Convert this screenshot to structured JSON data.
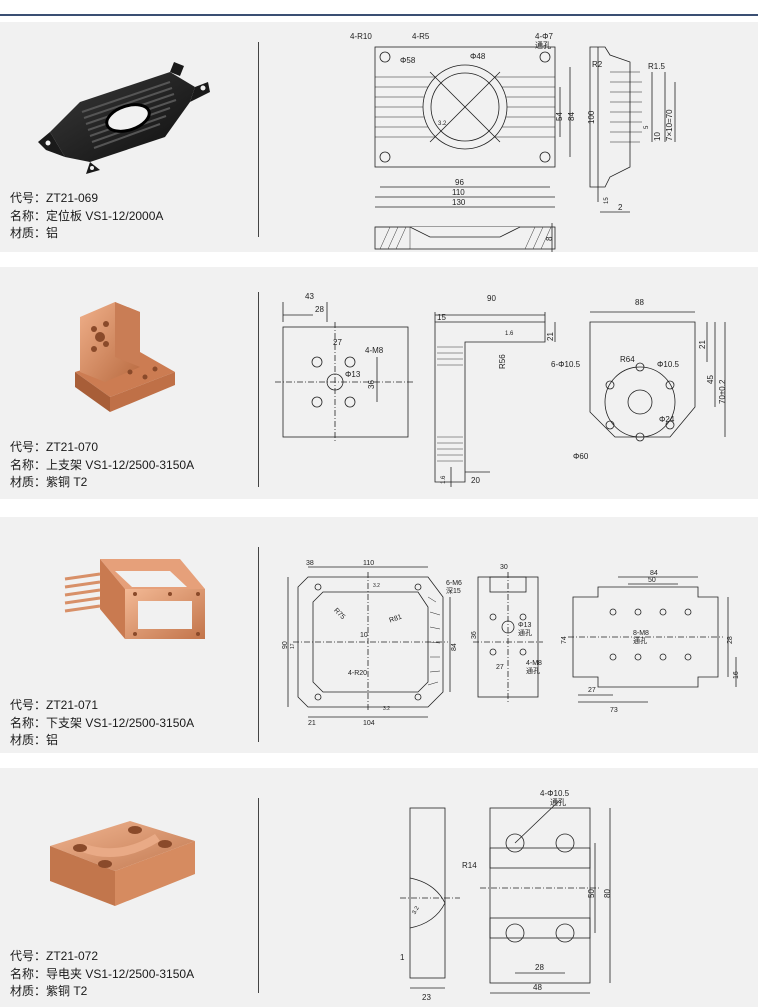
{
  "products": [
    {
      "code_label": "代号：ZT21-069",
      "name_label": "名称：定位板 VS1-12/2000A",
      "material_label": "材质：铝",
      "photo_icon": "black-aluminum-locating-plate",
      "drawing": {
        "dims": [
          "4-R10",
          "4-R5",
          "4-Φ7",
          "通孔",
          "Φ58",
          "Φ48",
          "3.2",
          "54",
          "84",
          "96",
          "110",
          "130",
          "8",
          "R2",
          "R1.5",
          "100",
          "5",
          "10",
          "7×10=70",
          "15",
          "2"
        ]
      }
    },
    {
      "code_label": "代号：ZT21-070",
      "name_label": "名称：上支架 VS1-12/2500-3150A",
      "material_label": "材质：紫铜 T2",
      "photo_icon": "copper-upper-bracket",
      "drawing": {
        "dims": [
          "43",
          "28",
          "27",
          "4-M8",
          "Φ13",
          "36",
          "90",
          "15",
          "1.6",
          "21",
          "R56",
          "20",
          "1.6",
          "88",
          "R64",
          "6-Φ10.5",
          "Φ10.5",
          "21",
          "45",
          "70±0.2",
          "Φ24",
          "Φ60"
        ]
      }
    },
    {
      "code_label": "代号：ZT21-071",
      "name_label": "名称：下支架 VS1-12/2500-3150A",
      "material_label": "材质：铝",
      "photo_icon": "copper-lower-bracket",
      "drawing": {
        "dims": [
          "38",
          "110",
          "3.2",
          "R75",
          "R81",
          "10",
          "90",
          "17",
          "84",
          "4-R20",
          "21",
          "104",
          "3.2",
          "6-M6",
          "深15",
          "30",
          "36",
          "Φ13",
          "通孔",
          "27",
          "4-M8",
          "通孔",
          "84",
          "50",
          "74",
          "8-M8",
          "通孔",
          "27",
          "73",
          "28",
          "16"
        ]
      }
    },
    {
      "code_label": "代号：ZT21-072",
      "name_label": "名称：导电夹 VS1-12/2500-3150A",
      "material_label": "材质：紫铜 T2",
      "photo_icon": "copper-conductive-clamp",
      "drawing": {
        "dims": [
          "4-Φ10.5",
          "通孔",
          "R14",
          "3.2",
          "1",
          "23",
          "50",
          "80",
          "28",
          "48"
        ]
      }
    }
  ],
  "colors": {
    "card_bg": "#f1f1f1",
    "accent_line": "#3a4f73",
    "line": "#222222",
    "copper": "#d58a5e",
    "black_part": "#1c1c1c"
  }
}
